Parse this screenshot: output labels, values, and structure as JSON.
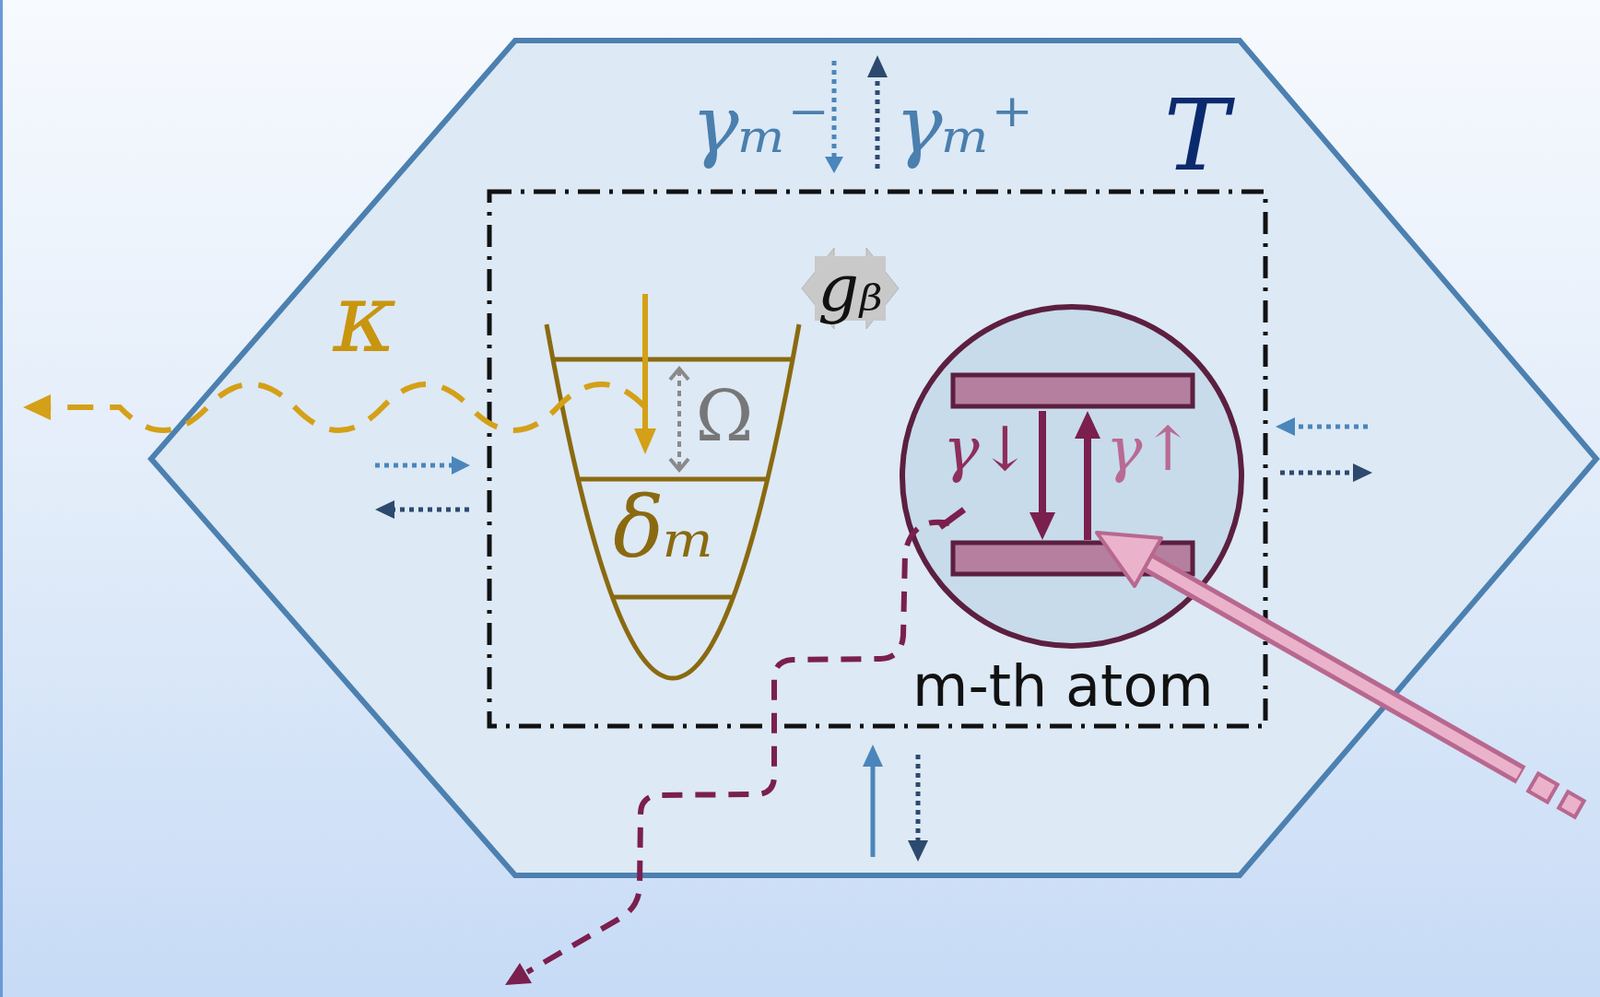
{
  "diagram": {
    "nodes": [
      {
        "text": [
          "T"
        ]
      },
      {
        "text": [
          "Ω",
          "δₘ"
        ],
        "in": 0
      },
      {
        "text": [
          "γ↓",
          "γ↑",
          "m-th atom"
        ],
        "in": 0
      }
    ],
    "edges": [
      {
        "from": 1,
        "to": 2,
        "label": "gᵦ",
        "arrow": "both"
      }
    ],
    "labels": [
      "γₘ⁻",
      "γₘ⁺",
      "κ"
    ]
  }
}
